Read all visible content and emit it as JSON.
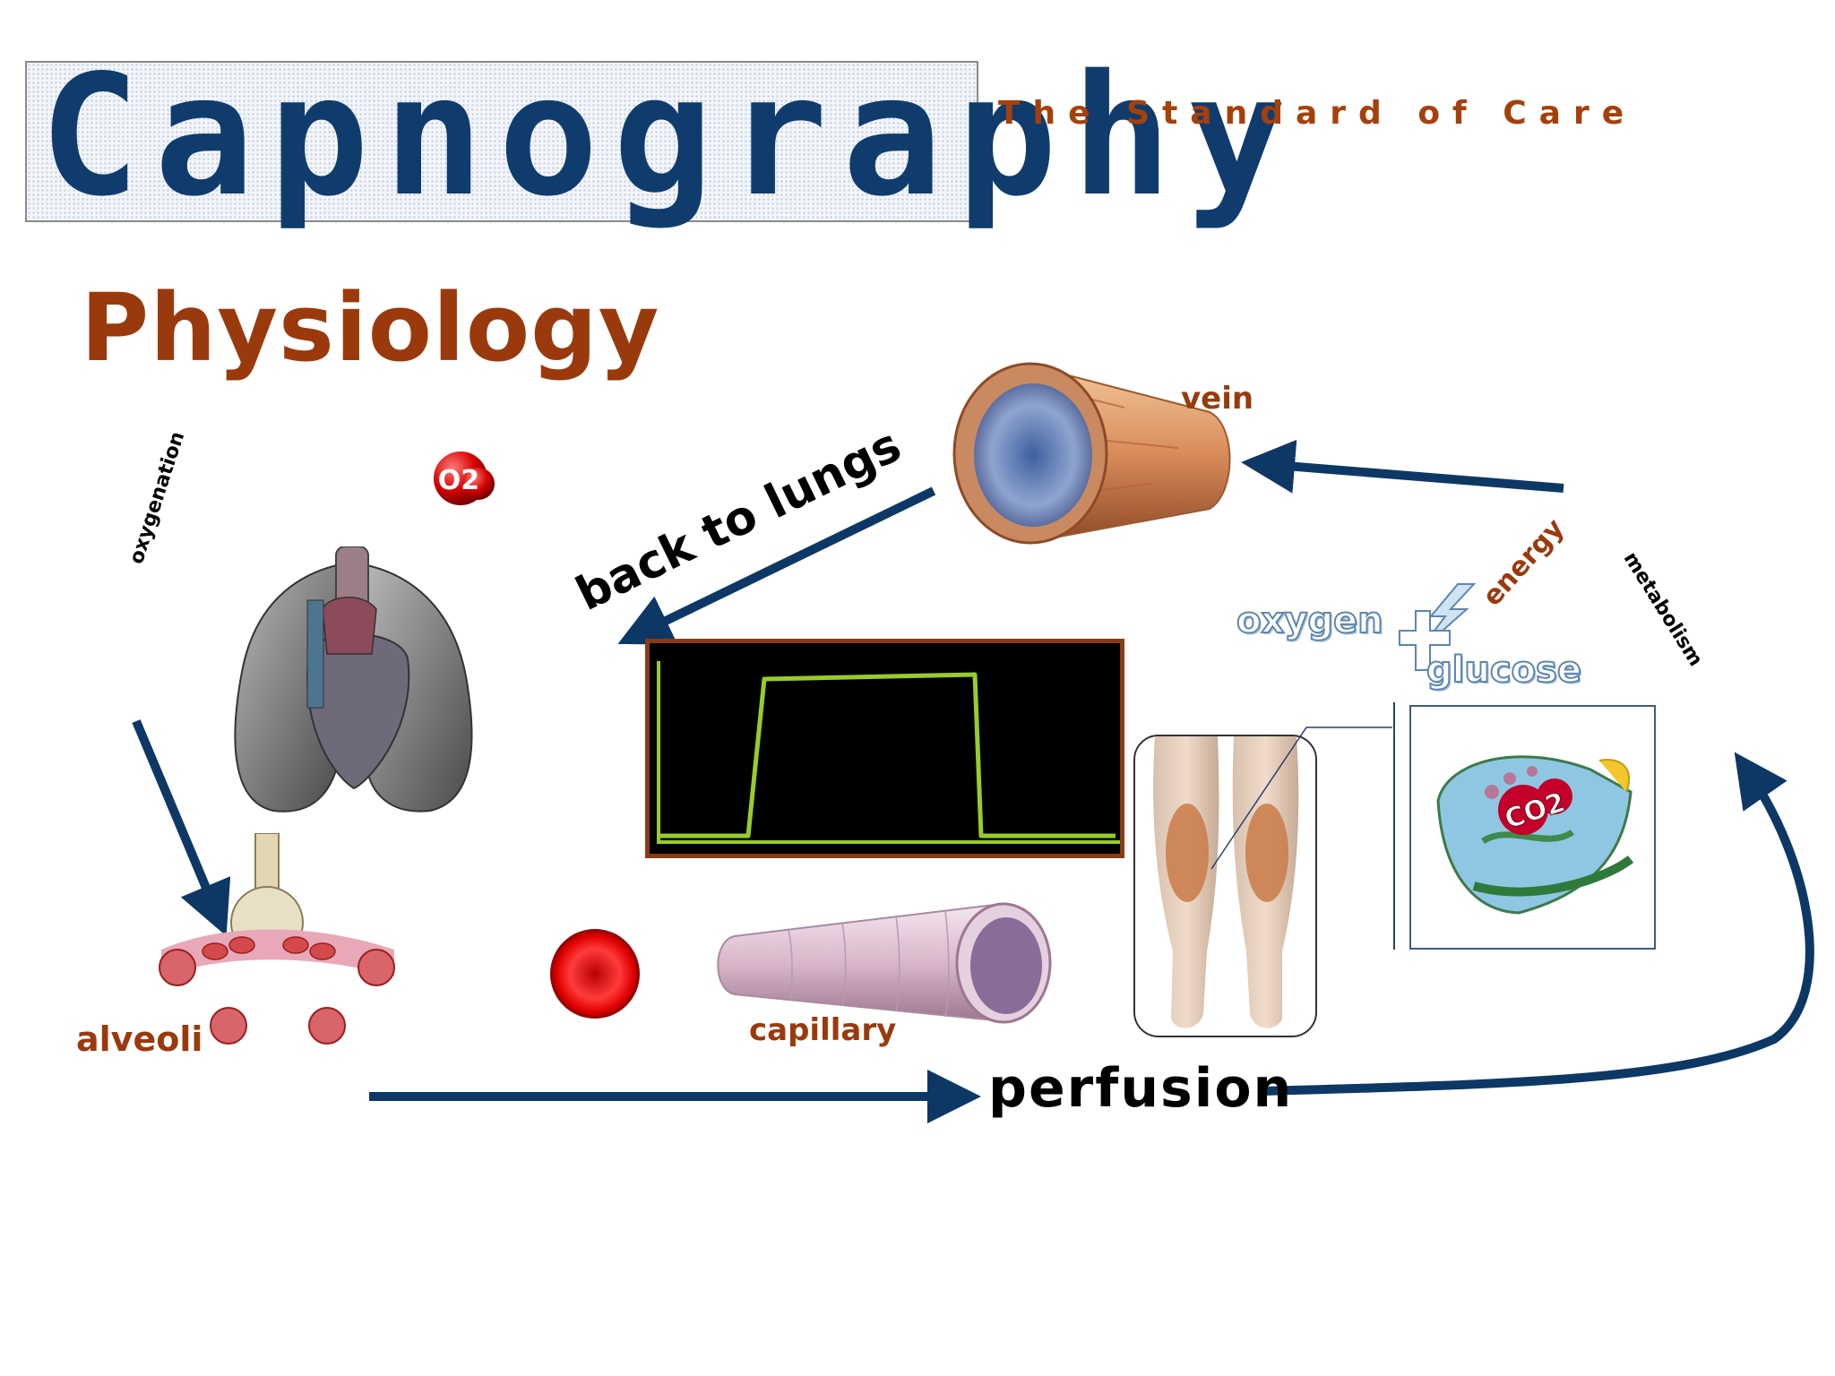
{
  "header": {
    "title": "Capnography",
    "subtitle": "The Standard of Care"
  },
  "section": {
    "heading": "Physiology"
  },
  "labels": {
    "oxygenation": "oxygenation",
    "back_to_lungs": "back to lungs",
    "vein": "vein",
    "energy": "energy",
    "metabolism": "metabolism",
    "oxygen": "oxygen",
    "glucose": "glucose",
    "alveoli": "alveoli",
    "capillary": "capillary",
    "perfusion": "perfusion",
    "o2_badge": "O2",
    "co2_badge": "CO2"
  },
  "colors": {
    "title_blue": "#0f3c6d",
    "label_brown": "#9a3a0c",
    "arrow_navy": "#0d3866",
    "waveform_green": "#98cc2a"
  },
  "icons": [
    "lungs-heart-illustration",
    "vein-illustration",
    "capillary-illustration",
    "red-blood-cell-illustration",
    "alveoli-illustration",
    "legs-muscles-illustration",
    "cell-mitochondria-illustration",
    "lightning-bolt-icon",
    "plus-icon"
  ]
}
